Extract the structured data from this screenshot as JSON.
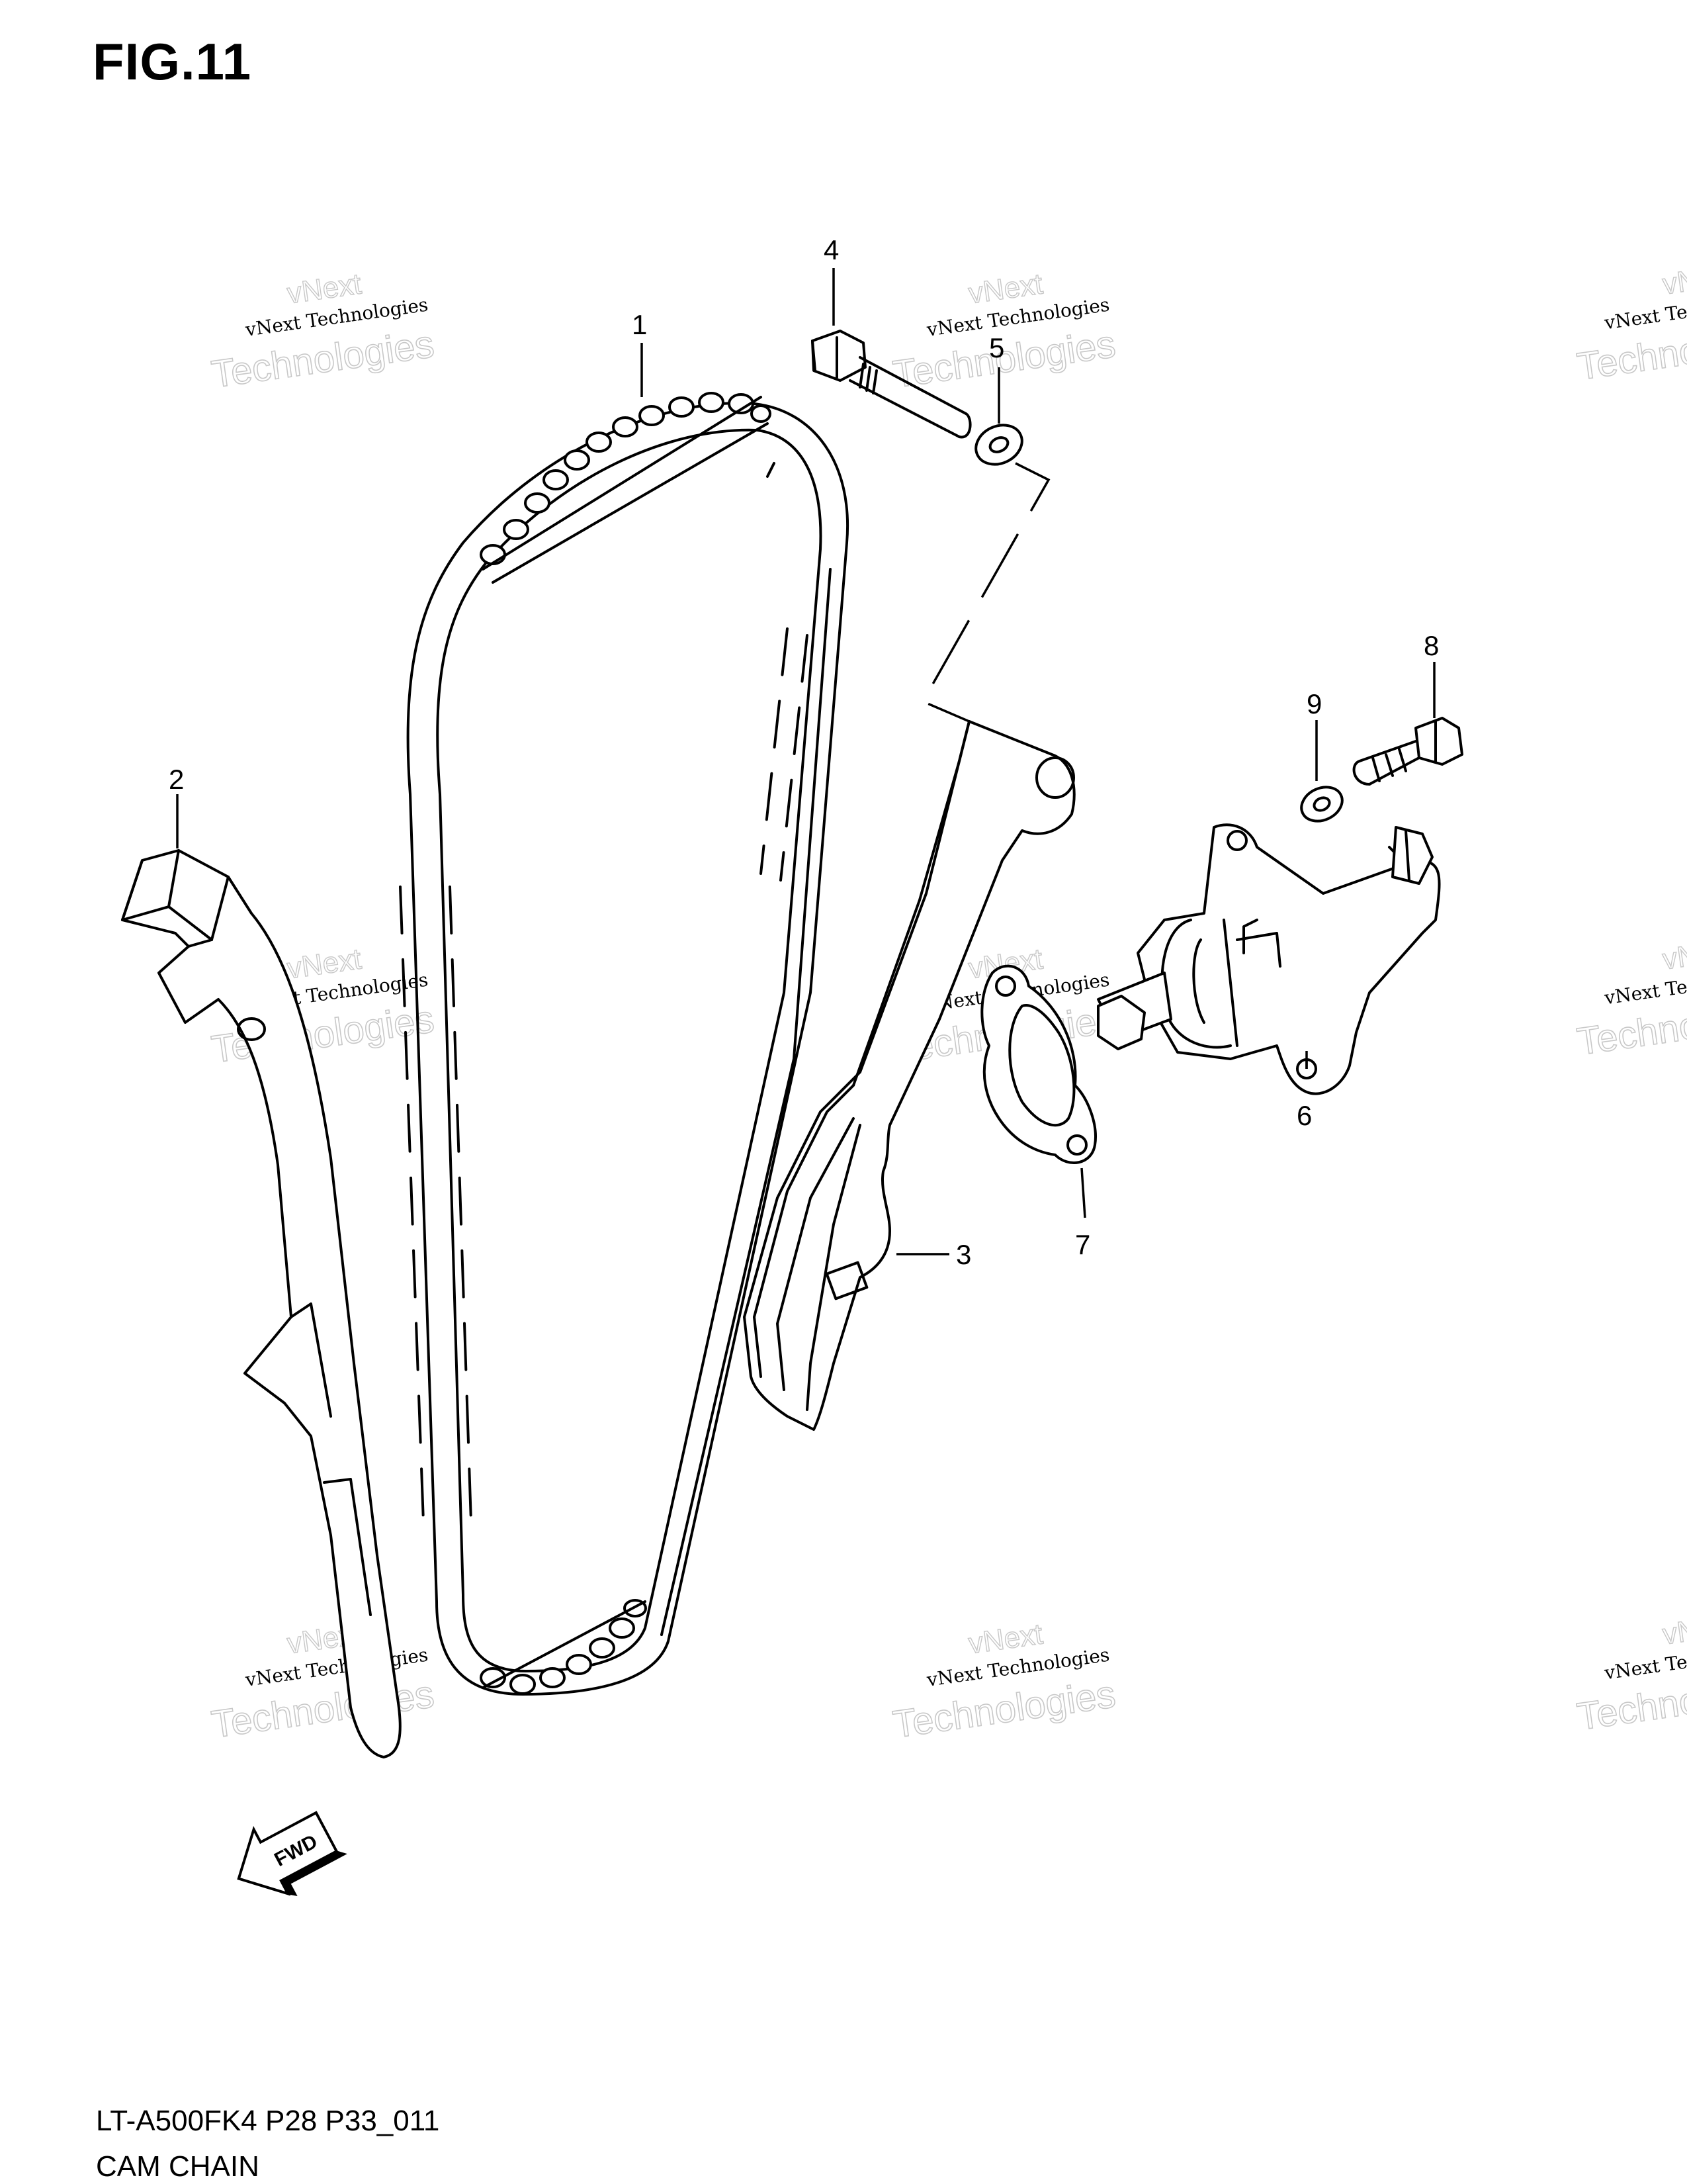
{
  "figure": {
    "title": "FIG.11",
    "code": "LT-A500FK4 P28 P33_011",
    "caption": "CAM CHAIN"
  },
  "callouts": [
    {
      "id": "1",
      "label": "1"
    },
    {
      "id": "2",
      "label": "2"
    },
    {
      "id": "3",
      "label": "3"
    },
    {
      "id": "4",
      "label": "4"
    },
    {
      "id": "5",
      "label": "5"
    },
    {
      "id": "6",
      "label": "6"
    },
    {
      "id": "7",
      "label": "7"
    },
    {
      "id": "8",
      "label": "8"
    },
    {
      "id": "9",
      "label": "9"
    }
  ],
  "direction_marker": {
    "label": "FWD"
  },
  "watermark": {
    "line1": "vNext",
    "line2": "vNext Technologies",
    "line3": "Technologies"
  },
  "colors": {
    "ink": "#000000",
    "watermark": "#c8c8c8",
    "background": "#ffffff"
  }
}
